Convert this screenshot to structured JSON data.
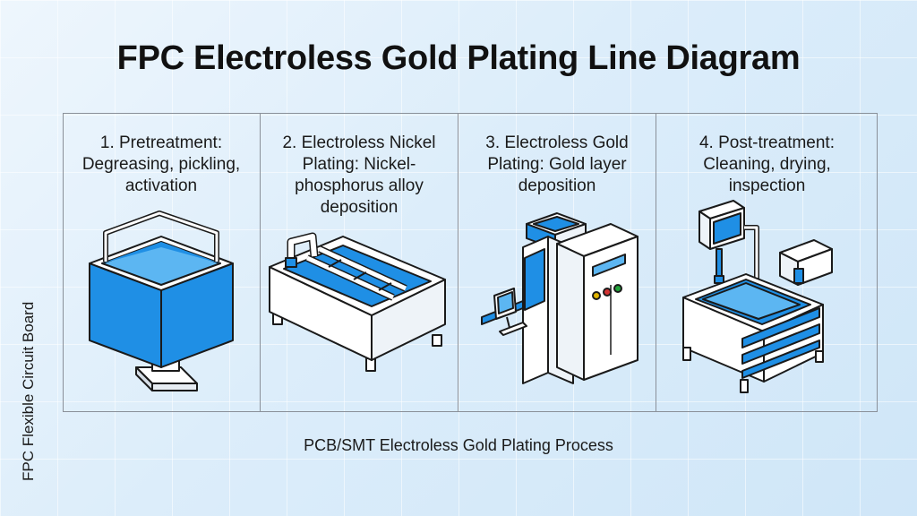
{
  "title": "FPC Electroless Gold Plating Line Diagram",
  "side_label": "FPC Flexible Circuit Board",
  "caption": "PCB/SMT Electroless Gold Plating Process",
  "steps": [
    {
      "lines": [
        "1. Pretreatment:",
        "Degreasing, pickling,",
        "activation"
      ]
    },
    {
      "lines": [
        "2. Electroless Nickel",
        "Plating: Nickel-",
        "phosphorus alloy",
        "deposition"
      ]
    },
    {
      "lines": [
        "3. Electroless Gold",
        "Plating: Gold layer",
        "deposition"
      ]
    },
    {
      "lines": [
        "4. Post-treatment:",
        "Cleaning, drying,",
        "inspection"
      ]
    }
  ],
  "colors": {
    "accent": "#1f8fe5",
    "accent_light": "#5cb6f2",
    "stroke": "#1a1a1a"
  }
}
